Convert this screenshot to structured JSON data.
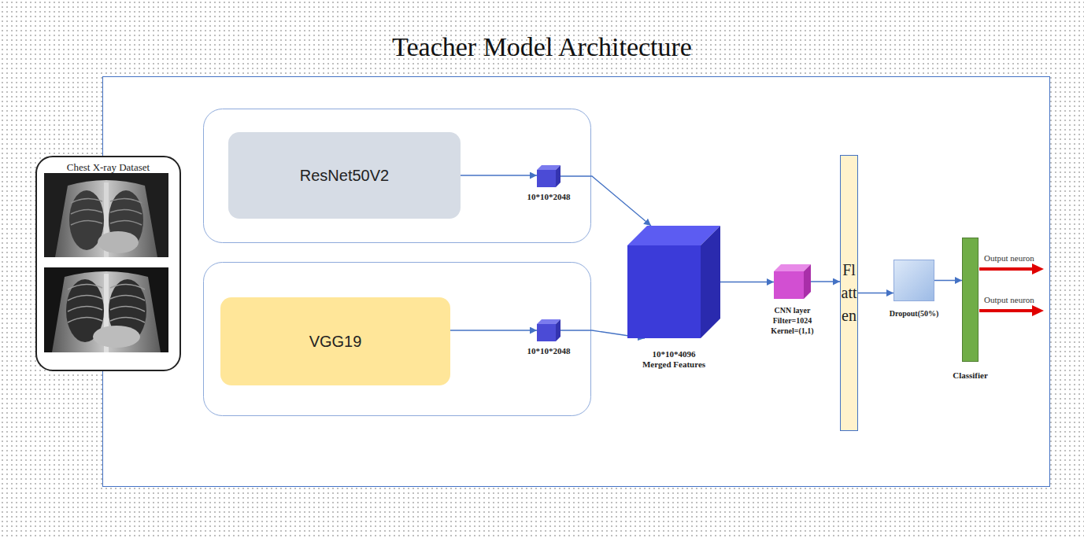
{
  "diagram": {
    "title": "Teacher Model Architecture",
    "nodes": [
      {
        "text": [
          "Chest X-ray Dataset"
        ]
      },
      {
        "text": [
          "ResNet50V2"
        ]
      },
      {
        "text": [
          "10*10*2048"
        ]
      },
      {
        "text": [
          "VGG19"
        ]
      },
      {
        "text": [
          "10*10*2048"
        ]
      },
      {
        "text": [
          "10*10*4096",
          "Merged Features"
        ]
      },
      {
        "text": [
          "CNN layer",
          "Filter=1024",
          "Kernel=(1,1)"
        ]
      },
      {
        "text": [
          "Flatten"
        ]
      },
      {
        "text": [
          "Dropout(50%)"
        ]
      },
      {
        "text": [
          "Classifier"
        ]
      }
    ],
    "edges": [
      {
        "from": 1,
        "to": 2,
        "arrow": "to"
      },
      {
        "from": 3,
        "to": 4,
        "arrow": "to"
      },
      {
        "from": 2,
        "to": 5,
        "arrow": "to"
      },
      {
        "from": 4,
        "to": 5,
        "arrow": "to"
      },
      {
        "from": 5,
        "to": 6,
        "arrow": "to"
      },
      {
        "from": 6,
        "to": 7,
        "arrow": "to"
      },
      {
        "from": 7,
        "to": 8,
        "arrow": "to"
      },
      {
        "from": 8,
        "to": 9,
        "arrow": "to"
      }
    ],
    "labels": [
      "Output neuron",
      "Output neuron"
    ]
  }
}
